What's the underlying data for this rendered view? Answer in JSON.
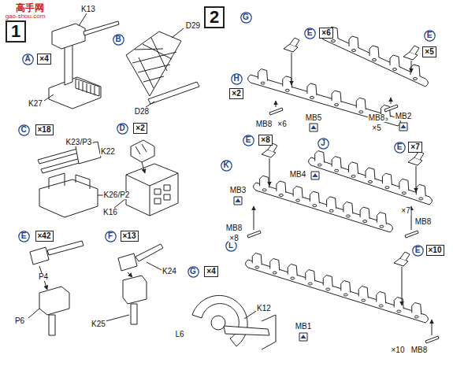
{
  "diagram": {
    "nodes": [
      {
        "text": [
          "1"
        ]
      },
      {
        "text": [
          "2"
        ]
      },
      {
        "text": [
          "A"
        ]
      },
      {
        "text": [
          "×4"
        ]
      },
      {
        "text": [
          "B"
        ]
      },
      {
        "text": [
          "C"
        ]
      },
      {
        "text": [
          "×18"
        ]
      },
      {
        "text": [
          "D"
        ]
      },
      {
        "text": [
          "×2"
        ]
      },
      {
        "text": [
          "E"
        ]
      },
      {
        "text": [
          "×42"
        ]
      },
      {
        "text": [
          "F"
        ]
      },
      {
        "text": [
          "×13"
        ]
      },
      {
        "text": [
          "G"
        ]
      },
      {
        "text": [
          "×4"
        ]
      },
      {
        "text": [
          "G"
        ]
      },
      {
        "text": [
          "E"
        ]
      },
      {
        "text": [
          "×6"
        ]
      },
      {
        "text": [
          "E"
        ]
      },
      {
        "text": [
          "×5"
        ]
      },
      {
        "text": [
          "H"
        ]
      },
      {
        "text": [
          "×2"
        ]
      },
      {
        "text": [
          "E"
        ]
      },
      {
        "text": [
          "×8"
        ]
      },
      {
        "text": [
          "J"
        ]
      },
      {
        "text": [
          "E"
        ]
      },
      {
        "text": [
          "×7"
        ]
      },
      {
        "text": [
          "K"
        ]
      },
      {
        "text": [
          "L"
        ]
      },
      {
        "text": [
          "E"
        ]
      },
      {
        "text": [
          "×10"
        ]
      }
    ],
    "labels": [
      "高手网",
      "gao-shou.com",
      "K13",
      "K27",
      "D29",
      "D28",
      "K23/P3",
      "K22",
      "K26/P2",
      "K16",
      "P4",
      "P6",
      "K24",
      "K25",
      "K12",
      "L6",
      "MB8",
      "×6",
      "MB5",
      "MB2",
      "MB8",
      "×5",
      "MB3",
      "MB4",
      "MB8",
      "×8",
      "×7",
      "MB8",
      "MB1",
      "×10",
      "MB8"
    ]
  }
}
